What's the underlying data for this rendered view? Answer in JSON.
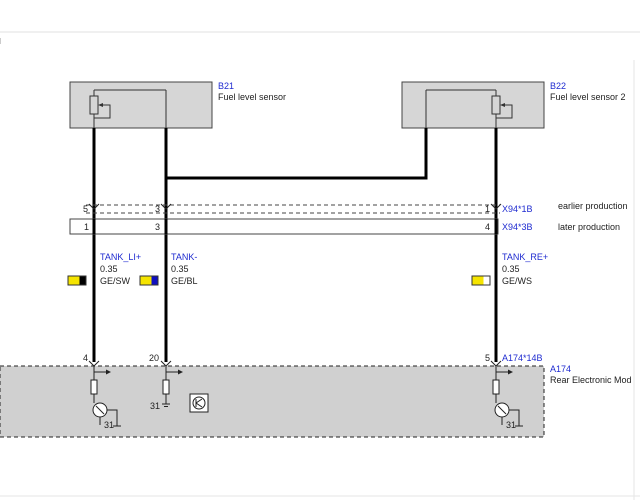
{
  "colors": {
    "component_fill": "#d6d6d6",
    "module_fill": "#d0d0d0",
    "label_blue": "#1f2bd0",
    "wire": "#000000",
    "yellow": "#f5e400",
    "blue": "#1010c0",
    "white": "#ffffff"
  },
  "components": {
    "b21": {
      "code": "B21",
      "name": "Fuel level sensor"
    },
    "b22": {
      "code": "B22",
      "name": "Fuel level sensor 2"
    },
    "a174": {
      "code": "A174",
      "name": "Rear Electronic Mod"
    }
  },
  "connectors": {
    "x94_1b": {
      "code": "X94*1B",
      "note": "earlier production",
      "pins": [
        "5",
        "3",
        "1"
      ]
    },
    "x94_3b": {
      "code": "X94*3B",
      "note": "later production",
      "pins": [
        "1",
        "3",
        "4"
      ]
    },
    "a174_14b": {
      "code": "A174*14B",
      "pins": [
        "4",
        "20",
        "5"
      ]
    }
  },
  "wires": [
    {
      "signal": "TANK_LI+",
      "size": "0.35",
      "color": "GE/SW",
      "swatch": [
        "yellow",
        "black"
      ]
    },
    {
      "signal": "TANK-",
      "size": "0.35",
      "color": "GE/BL",
      "swatch": [
        "yellow",
        "blue"
      ]
    },
    {
      "signal": "TANK_RE+",
      "size": "0.35",
      "color": "GE/WS",
      "swatch": [
        "yellow",
        "white"
      ]
    }
  ],
  "grounds": [
    "31",
    "31",
    "31"
  ],
  "ground_icon": "ground-symbol-icon",
  "sensor_icon": "potentiometer-icon"
}
